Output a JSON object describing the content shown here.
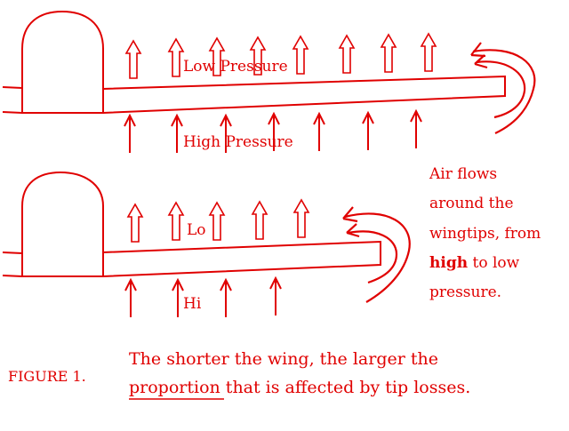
{
  "colors": {
    "ink": "#e00000",
    "background": "#ffffff"
  },
  "upper": {
    "low_label": "Low Pressure",
    "high_label": "High Pressure"
  },
  "lower": {
    "low_label": "Lo",
    "high_label": "Hi"
  },
  "note": {
    "line1": "Air flows",
    "line2": "around the",
    "line3": "wingtips, from",
    "line4_bold": "high",
    "line4_rest": " to low",
    "line5": "pressure."
  },
  "figure_label": "FIGURE 1.",
  "caption": {
    "line1": "The shorter the wing, the larger the",
    "line2_underlined": "proportion",
    "line2_rest": " that is affected by tip losses."
  }
}
